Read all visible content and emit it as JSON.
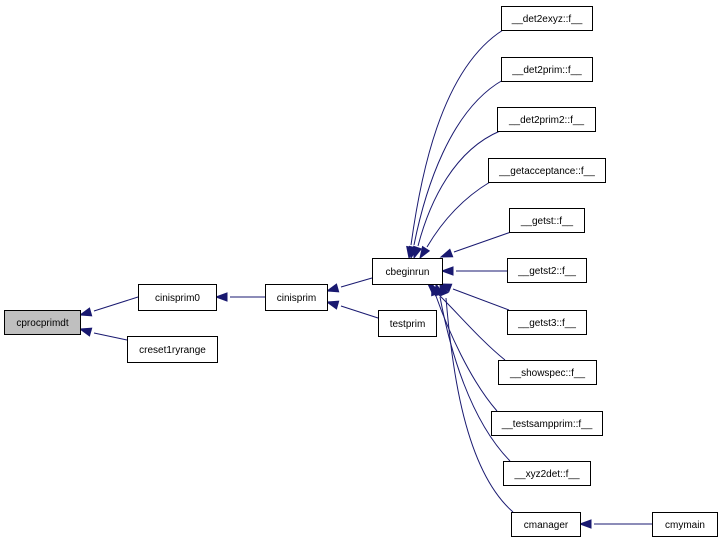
{
  "nodes": [
    {
      "id": "cprocprimdt",
      "label": "cprocprimdt",
      "root": true
    },
    {
      "id": "cinisprim0",
      "label": "cinisprim0"
    },
    {
      "id": "creset1ryrange",
      "label": "creset1ryrange"
    },
    {
      "id": "cinisprim",
      "label": "cinisprim"
    },
    {
      "id": "cbeginrun",
      "label": "cbeginrun"
    },
    {
      "id": "testprim",
      "label": "testprim"
    },
    {
      "id": "det2exyz",
      "label": "__det2exyz::f__"
    },
    {
      "id": "det2prim",
      "label": "__det2prim::f__"
    },
    {
      "id": "det2prim2",
      "label": "__det2prim2::f__"
    },
    {
      "id": "getacceptance",
      "label": "__getacceptance::f__"
    },
    {
      "id": "getst",
      "label": "__getst::f__"
    },
    {
      "id": "getst2",
      "label": "__getst2::f__"
    },
    {
      "id": "getst3",
      "label": "__getst3::f__"
    },
    {
      "id": "showspec",
      "label": "__showspec::f__"
    },
    {
      "id": "testsampprim",
      "label": "__testsampprim::f__"
    },
    {
      "id": "xyz2det",
      "label": "__xyz2det::f__"
    },
    {
      "id": "cmanager",
      "label": "cmanager"
    },
    {
      "id": "cmymain",
      "label": "cmymain"
    }
  ],
  "edges": [
    {
      "from": "cinisprim0",
      "to": "cprocprimdt"
    },
    {
      "from": "creset1ryrange",
      "to": "cprocprimdt"
    },
    {
      "from": "cinisprim",
      "to": "cinisprim0"
    },
    {
      "from": "cbeginrun",
      "to": "cinisprim"
    },
    {
      "from": "testprim",
      "to": "cinisprim"
    },
    {
      "from": "det2exyz",
      "to": "cbeginrun"
    },
    {
      "from": "det2prim",
      "to": "cbeginrun"
    },
    {
      "from": "det2prim2",
      "to": "cbeginrun"
    },
    {
      "from": "getacceptance",
      "to": "cbeginrun"
    },
    {
      "from": "getst",
      "to": "cbeginrun"
    },
    {
      "from": "getst2",
      "to": "cbeginrun"
    },
    {
      "from": "getst3",
      "to": "cbeginrun"
    },
    {
      "from": "showspec",
      "to": "cbeginrun"
    },
    {
      "from": "testsampprim",
      "to": "cbeginrun"
    },
    {
      "from": "xyz2det",
      "to": "cbeginrun"
    },
    {
      "from": "cmanager",
      "to": "cbeginrun"
    },
    {
      "from": "cmymain",
      "to": "cmanager"
    }
  ],
  "colors": {
    "edge": "#191970",
    "root_fill": "#bfbfbf",
    "node_fill": "#ffffff",
    "node_stroke": "#000000"
  }
}
